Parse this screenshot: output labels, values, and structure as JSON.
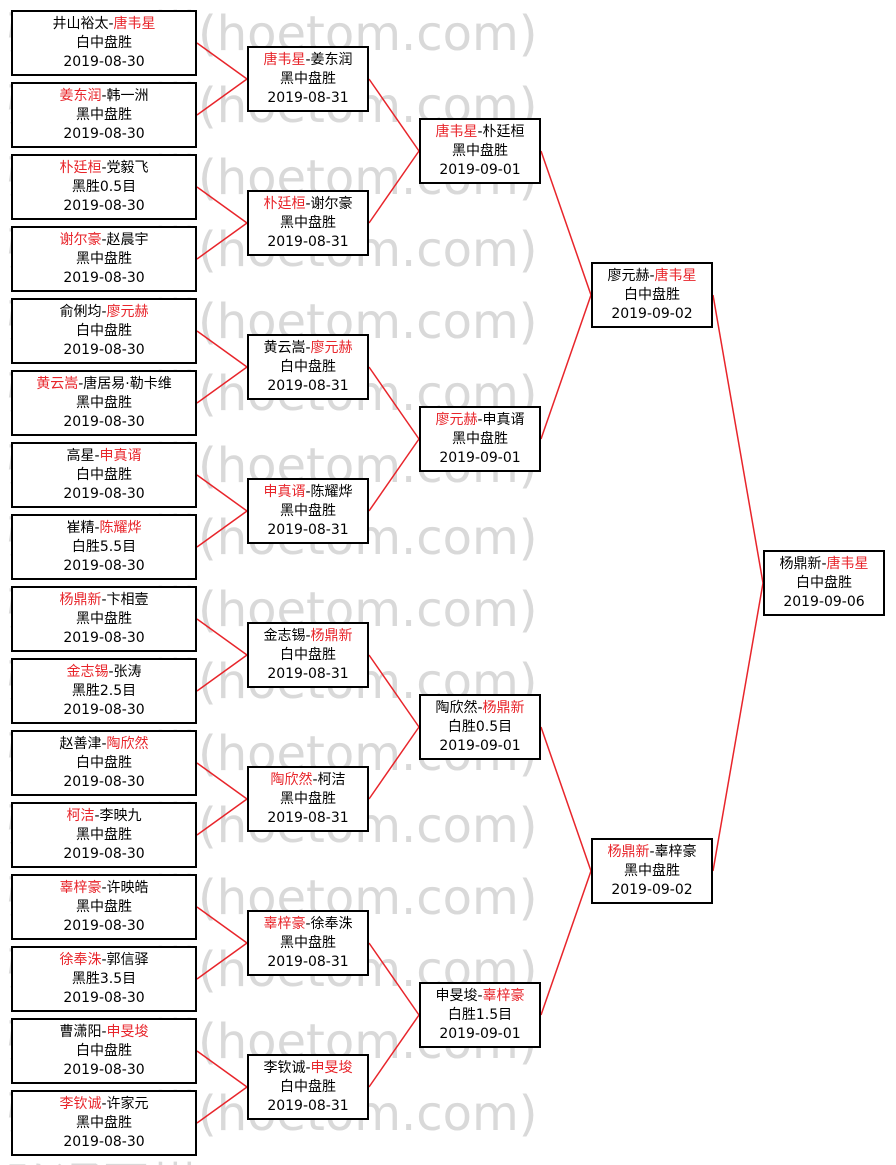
{
  "watermark": "弘通围棋(hoetom.com)",
  "colors": {
    "winner": "#e8252b",
    "connector": "#e8252b",
    "border": "#000000",
    "watermark": "#d9d9d9"
  },
  "rounds": [
    [
      {
        "a": "井山裕太",
        "b": "唐韦星",
        "winner": "b",
        "result": "白中盘胜",
        "date": "2019-08-30"
      },
      {
        "a": "姜东润",
        "b": "韩一洲",
        "winner": "a",
        "result": "黑中盘胜",
        "date": "2019-08-30"
      },
      {
        "a": "朴廷桓",
        "b": "党毅飞",
        "winner": "a",
        "result": "黑胜0.5目",
        "date": "2019-08-30"
      },
      {
        "a": "谢尔豪",
        "b": "赵晨宇",
        "winner": "a",
        "result": "黑中盘胜",
        "date": "2019-08-30"
      },
      {
        "a": "俞俐均",
        "b": "廖元赫",
        "winner": "b",
        "result": "白中盘胜",
        "date": "2019-08-30"
      },
      {
        "a": "黄云嵩",
        "b": "唐居易·勒卡维",
        "winner": "a",
        "result": "黑中盘胜",
        "date": "2019-08-30"
      },
      {
        "a": "高星",
        "b": "申真谞",
        "winner": "b",
        "result": "白中盘胜",
        "date": "2019-08-30"
      },
      {
        "a": "崔精",
        "b": "陈耀烨",
        "winner": "b",
        "result": "白胜5.5目",
        "date": "2019-08-30"
      },
      {
        "a": "杨鼎新",
        "b": "卞相壹",
        "winner": "a",
        "result": "黑中盘胜",
        "date": "2019-08-30"
      },
      {
        "a": "金志锡",
        "b": "张涛",
        "winner": "a",
        "result": "黑胜2.5目",
        "date": "2019-08-30"
      },
      {
        "a": "赵善津",
        "b": "陶欣然",
        "winner": "b",
        "result": "白中盘胜",
        "date": "2019-08-30"
      },
      {
        "a": "柯洁",
        "b": "李映九",
        "winner": "a",
        "result": "黑中盘胜",
        "date": "2019-08-30"
      },
      {
        "a": "辜梓豪",
        "b": "许映皓",
        "winner": "a",
        "result": "黑中盘胜",
        "date": "2019-08-30"
      },
      {
        "a": "徐奉洙",
        "b": "郭信驿",
        "winner": "a",
        "result": "黑胜3.5目",
        "date": "2019-08-30"
      },
      {
        "a": "曹潇阳",
        "b": "申旻埈",
        "winner": "b",
        "result": "白中盘胜",
        "date": "2019-08-30"
      },
      {
        "a": "李钦诚",
        "b": "许家元",
        "winner": "a",
        "result": "黑中盘胜",
        "date": "2019-08-30"
      }
    ],
    [
      {
        "a": "唐韦星",
        "b": "姜东润",
        "winner": "a",
        "result": "黑中盘胜",
        "date": "2019-08-31"
      },
      {
        "a": "朴廷桓",
        "b": "谢尔豪",
        "winner": "a",
        "result": "黑中盘胜",
        "date": "2019-08-31"
      },
      {
        "a": "黄云嵩",
        "b": "廖元赫",
        "winner": "b",
        "result": "白中盘胜",
        "date": "2019-08-31"
      },
      {
        "a": "申真谞",
        "b": "陈耀烨",
        "winner": "a",
        "result": "黑中盘胜",
        "date": "2019-08-31"
      },
      {
        "a": "金志锡",
        "b": "杨鼎新",
        "winner": "b",
        "result": "白中盘胜",
        "date": "2019-08-31"
      },
      {
        "a": "陶欣然",
        "b": "柯洁",
        "winner": "a",
        "result": "黑中盘胜",
        "date": "2019-08-31"
      },
      {
        "a": "辜梓豪",
        "b": "徐奉洙",
        "winner": "a",
        "result": "黑中盘胜",
        "date": "2019-08-31"
      },
      {
        "a": "李钦诚",
        "b": "申旻埈",
        "winner": "b",
        "result": "白中盘胜",
        "date": "2019-08-31"
      }
    ],
    [
      {
        "a": "唐韦星",
        "b": "朴廷桓",
        "winner": "a",
        "result": "黑中盘胜",
        "date": "2019-09-01"
      },
      {
        "a": "廖元赫",
        "b": "申真谞",
        "winner": "a",
        "result": "黑中盘胜",
        "date": "2019-09-01"
      },
      {
        "a": "陶欣然",
        "b": "杨鼎新",
        "winner": "b",
        "result": "白胜0.5目",
        "date": "2019-09-01"
      },
      {
        "a": "申旻埈",
        "b": "辜梓豪",
        "winner": "b",
        "result": "白胜1.5目",
        "date": "2019-09-01"
      }
    ],
    [
      {
        "a": "廖元赫",
        "b": "唐韦星",
        "winner": "b",
        "result": "白中盘胜",
        "date": "2019-09-02"
      },
      {
        "a": "杨鼎新",
        "b": "辜梓豪",
        "winner": "a",
        "result": "黑中盘胜",
        "date": "2019-09-02"
      }
    ],
    [
      {
        "a": "杨鼎新",
        "b": "唐韦星",
        "winner": "b",
        "result": "白中盘胜",
        "date": "2019-09-06"
      }
    ]
  ]
}
